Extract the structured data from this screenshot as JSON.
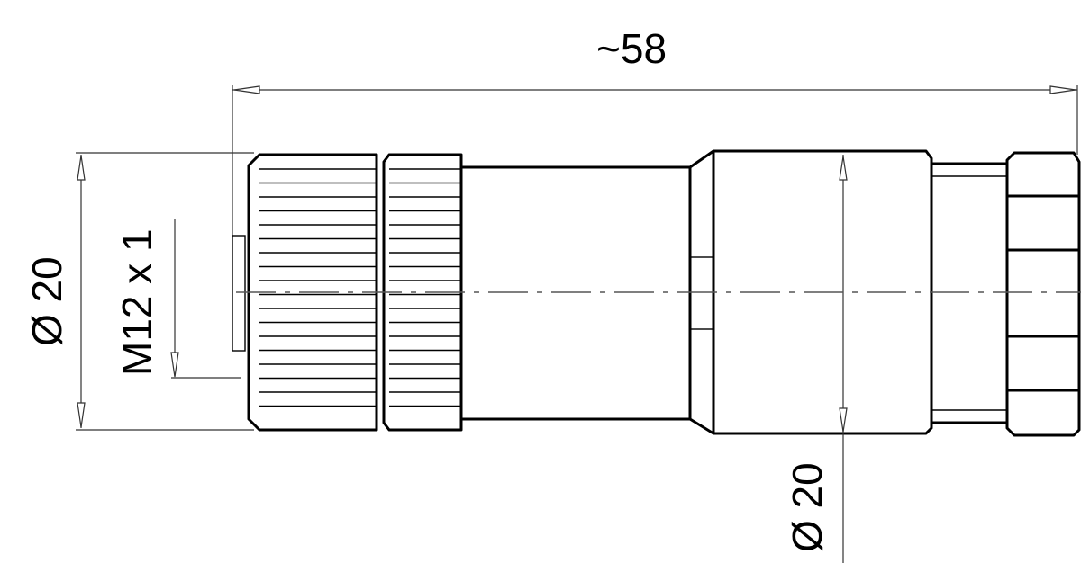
{
  "dimensions": {
    "overall_length": "~58",
    "nut_diameter": "Ø 20",
    "thread": "M12 x 1",
    "body_diameter": "Ø 20"
  }
}
